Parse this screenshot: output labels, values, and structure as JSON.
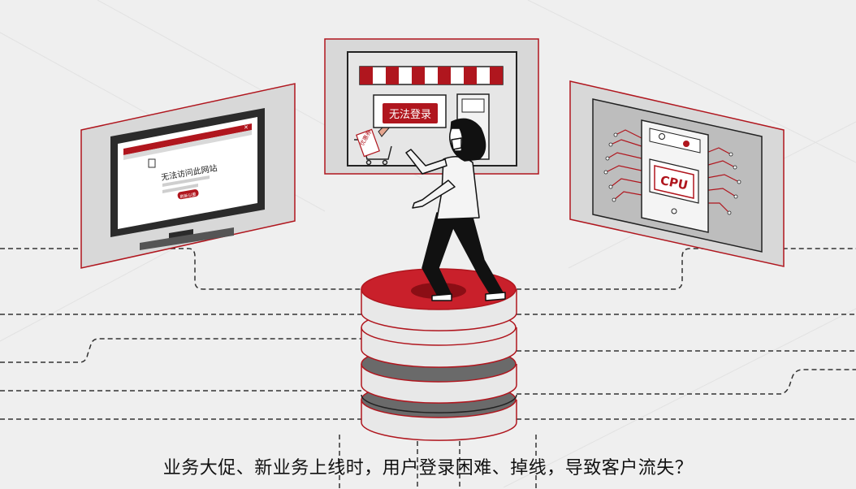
{
  "monitor": {
    "error_text": "无法访问此网站",
    "button_text": "刷新以重"
  },
  "store": {
    "login_error": "无法登录",
    "ticket_text": "优惠券"
  },
  "server": {
    "chip_label": "CPU"
  },
  "caption": "业务大促、新业务上线时，用户登录困难、掉线，导致客户流失？",
  "colors": {
    "accent": "#b0161e",
    "dark": "#2b2b2b",
    "panel": "#d9d9d9",
    "background": "#efefef"
  }
}
